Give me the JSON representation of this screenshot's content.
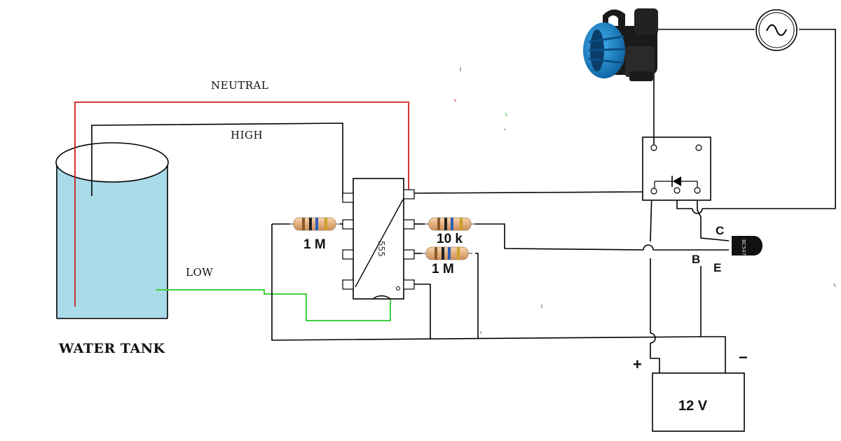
{
  "labels": {
    "neutral": "NEUTRAL",
    "high": "HIGH",
    "low": "LOW",
    "water_tank": "WATER TANK",
    "r1": "1 M",
    "r2": "10 k",
    "r3": "1 M",
    "ic": "555",
    "collector": "C",
    "base": "B",
    "emitter": "E",
    "transistor": "BC547",
    "battery": "12 V",
    "plus": "+",
    "minus": "−"
  },
  "colors": {
    "neutral_wire": "#cc1f1f",
    "low_wire": "#3fcf3f",
    "signal_wire": "#000000",
    "water": "#a9dbe9",
    "motor_body": "#1e86c9",
    "resistor_body": "#e8b98a"
  },
  "icons": {
    "motor": "water-pump-motor-icon",
    "ac_source": "ac-source-icon",
    "relay": "relay-icon",
    "diode": "diode-icon",
    "transistor": "npn-transistor-icon",
    "battery": "battery-icon"
  }
}
